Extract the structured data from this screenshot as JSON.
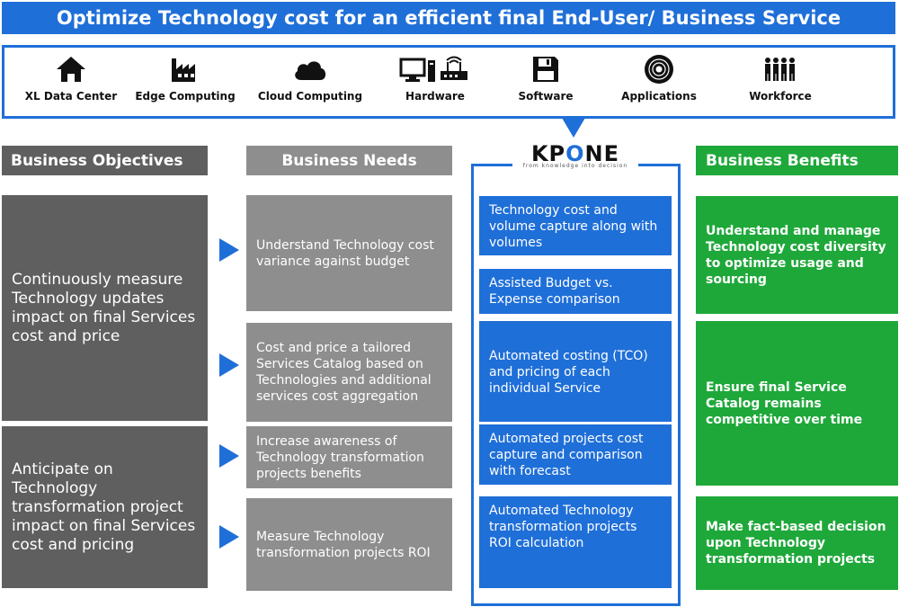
{
  "banner": {
    "title": "Optimize Technology cost for an efficient final End-User/ Business Service"
  },
  "technologies": [
    {
      "label": "XL Data Center",
      "icon": "house-icon"
    },
    {
      "label": "Edge Computing",
      "icon": "factory-icon"
    },
    {
      "label": "Cloud Computing",
      "icon": "cloud-icon"
    },
    {
      "label": "Hardware",
      "icon": "computer-router-icon"
    },
    {
      "label": "Software",
      "icon": "floppy-disk-icon"
    },
    {
      "label": "Applications",
      "icon": "disc-icon"
    },
    {
      "label": "Workforce",
      "icon": "people-icon"
    }
  ],
  "columns": {
    "objectives": "Business Objectives",
    "needs": "Business Needs",
    "benefits": "Business Benefits"
  },
  "logo": {
    "text_left": "KP",
    "text_mid": "O",
    "text_right": "NE",
    "tagline": "from knowledge into decision"
  },
  "objectives": [
    "Continuously measure Technology updates impact on final Services cost and price",
    "Anticipate on Technology transformation project impact on final Services cost and pricing"
  ],
  "needs": [
    "Understand Technology cost variance against budget",
    "Cost and price a tailored Services Catalog based on Technologies and additional services cost aggregation",
    "Increase awareness of Technology transformation projects benefits",
    "Measure Technology transformation projects ROI"
  ],
  "kpone": [
    "Technology cost and volume capture along with volumes",
    "Assisted Budget vs. Expense comparison",
    "Automated costing (TCO) and pricing of each individual Service",
    "Automated projects cost capture and comparison with forecast",
    "Automated Technology transformation projects ROI calculation"
  ],
  "benefits": [
    "Understand and manage Technology cost diversity to optimize usage and sourcing",
    "Ensure final Service Catalog remains competitive over time",
    "Make fact-based decision upon Technology transformation projects"
  ],
  "colors": {
    "blue": "#1f6fd8",
    "dark_gray": "#5f5f5f",
    "gray": "#8e8e8e",
    "green": "#1fa83a"
  }
}
